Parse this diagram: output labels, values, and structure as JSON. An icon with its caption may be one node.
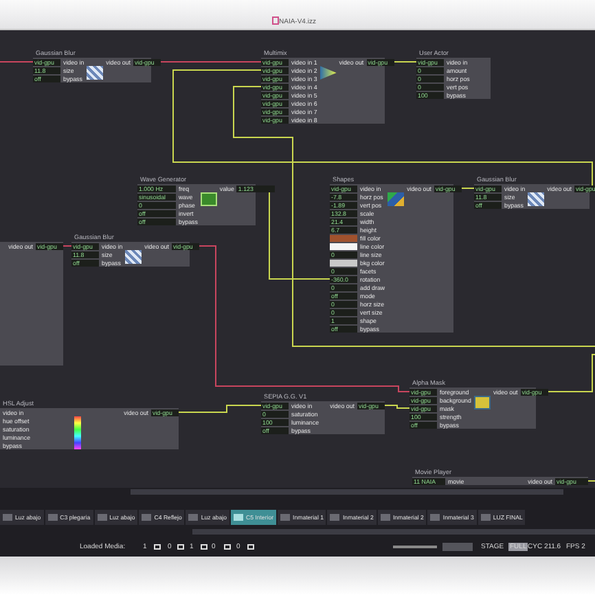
{
  "diagram": {
    "nodes": [
      {
        "text": [
          "Gaussian Blur",
          "vid-gpu",
          "video in",
          "11.8",
          "size",
          "off",
          "bypass",
          "video out",
          "vid-gpu"
        ]
      },
      {
        "text": [
          "Multimix",
          "vid-gpu",
          "video in 1",
          "vid-gpu",
          "video in 2",
          "vid-gpu",
          "video in 3",
          "vid-gpu",
          "video in 4",
          "vid-gpu",
          "video in 5",
          "vid-gpu",
          "video in 6",
          "vid-gpu",
          "video in 7",
          "vid-gpu",
          "video in 8",
          "video out",
          "vid-gpu"
        ]
      },
      {
        "text": [
          "User Actor",
          "vid-gpu",
          "video in",
          "0",
          "amount",
          "0",
          "horz pos",
          "0",
          "vert pos",
          "100",
          "bypass"
        ]
      },
      {
        "text": [
          "Wave Generator",
          "1.000 Hz",
          "freq",
          "sinusoidal",
          "wave",
          "0",
          "phase",
          "off",
          "invert",
          "off",
          "bypass",
          "value",
          "1.123"
        ]
      },
      {
        "text": [
          "Shapes",
          "vid-gpu",
          "video in",
          "-7.8",
          "horz pos",
          "-1.89",
          "vert pos",
          "132.8",
          "scale",
          "21.4",
          "width",
          "6.7",
          "height",
          "fill color",
          "line color",
          "0",
          "line size",
          "bkg color",
          "0",
          "facets",
          "-360.0",
          "rotation",
          "0",
          "add draw",
          "off",
          "mode",
          "0",
          "horz size",
          "0",
          "vert size",
          "1",
          "shape",
          "off",
          "bypass",
          "video out",
          "vid-gpu"
        ]
      },
      {
        "text": [
          "Gaussian Blur",
          "vid-gpu",
          "video in",
          "11.8",
          "size",
          "off",
          "bypass",
          "video out",
          "vid-gpu"
        ]
      },
      {
        "text": [
          "Gaussian Blur",
          "vid-gpu",
          "video in",
          "11.8",
          "size",
          "off",
          "bypass",
          "video out",
          "vid-gpu"
        ]
      },
      {
        "text": [
          "video out",
          "vid-gpu"
        ]
      },
      {
        "text": [
          "HSL Adjust",
          "video in",
          "hue offset",
          "saturation",
          "luminance",
          "bypass",
          "video out",
          "vid-gpu"
        ]
      },
      {
        "text": [
          "SEPIA G.G. V1",
          "vid-gpu",
          "video in",
          "0",
          "saturation",
          "100",
          "luminance",
          "off",
          "bypass",
          "video out",
          "vid-gpu"
        ]
      },
      {
        "text": [
          "Alpha Mask",
          "vid-gpu",
          "foreground",
          "vid-gpu",
          "background",
          "vid-gpu",
          "mask",
          "100",
          "strength",
          "off",
          "bypass",
          "video out",
          "vid-gpu"
        ]
      },
      {
        "text": [
          "Movie Player",
          "11 NAIA",
          "movie",
          "video out",
          "vid-gpu"
        ]
      }
    ],
    "edges": [
      {
        "from": null,
        "to": 0,
        "arrow": "none",
        "color": "#c8455e"
      },
      {
        "from": 0,
        "to": 1,
        "arrow": "none",
        "color": "#c8455e"
      },
      {
        "from": 1,
        "to": 2,
        "arrow": "none"
      },
      {
        "from": 5,
        "to": 1,
        "arrow": "none"
      },
      {
        "from": null,
        "to": 1,
        "arrow": "none"
      },
      {
        "from": 3,
        "to": 4,
        "arrow": "none"
      },
      {
        "from": 4,
        "to": 5,
        "arrow": "none"
      },
      {
        "from": 7,
        "to": 6,
        "arrow": "none",
        "color": "#c8455e"
      },
      {
        "from": 6,
        "to": 10,
        "arrow": "none",
        "color": "#c8455e"
      },
      {
        "from": 8,
        "to": 9,
        "arrow": "none"
      },
      {
        "from": 9,
        "to": 10,
        "arrow": "none"
      },
      {
        "from": 10,
        "to": null,
        "arrow": "none"
      },
      {
        "from": 11,
        "to": null,
        "arrow": "none"
      }
    ],
    "labels": [
      "NAIA-V4.izz",
      "Luz abajo",
      "C3 plegaria",
      "Luz abajo",
      "C4 Reflejo",
      "Luz abajo",
      "C5 Interior",
      "Inmaterial 1",
      "Inmaterial 2",
      "Inmaterial 2",
      "Inmaterial 3",
      "LUZ FINAL",
      "Loaded Media:",
      "1",
      "0",
      "1",
      "0",
      "0",
      "STAGE",
      "FULL",
      "CYC 211.6",
      "FPS 2"
    ]
  }
}
